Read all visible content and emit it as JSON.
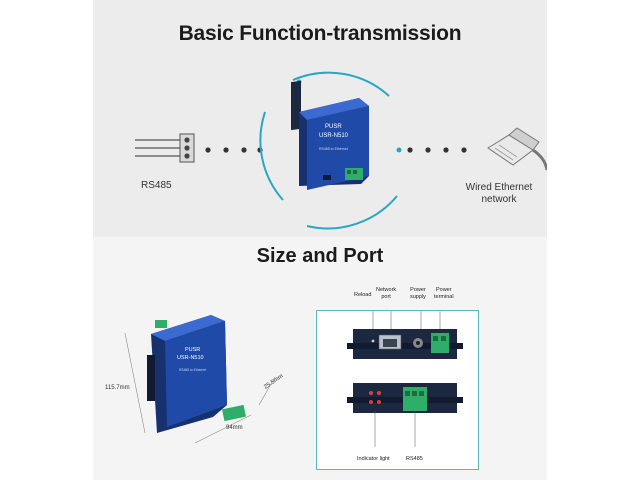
{
  "top": {
    "title": "Basic Function-transmission",
    "left_label": "RS485",
    "right_label_line1": "Wired Ethernet",
    "right_label_line2": "network"
  },
  "device": {
    "brand": "PUSR",
    "model": "USR-N510",
    "caption": "RS485 to Ethernet"
  },
  "bottom": {
    "title": "Size and Port",
    "dimensions": {
      "height": "115.7mm",
      "depth": "25.5mm",
      "width": "94mm"
    },
    "ports_top": {
      "reload": "Reload",
      "network_port_line1": "Network",
      "network_port_line2": "port",
      "power_supply_line1": "Power",
      "power_supply_line2": "supply",
      "power_terminal_line1": "Power",
      "power_terminal_line2": "terminal"
    },
    "ports_bottom": {
      "indicator": "Indicator light",
      "rs485": "RS485"
    }
  },
  "colors": {
    "device_blue": "#1f4aa8",
    "terminal_green": "#2fae6a",
    "frame_teal": "#5bb8b8",
    "accent_arc": "#2aa6c4"
  }
}
